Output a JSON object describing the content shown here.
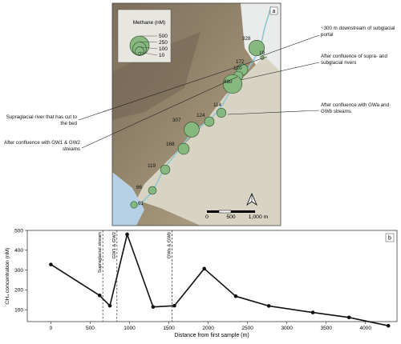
{
  "map_panel": {
    "panel_label": "a",
    "legend": {
      "title": "Methane (nM)",
      "levels": [
        "500",
        "250",
        "100",
        "10"
      ]
    },
    "points": [
      {
        "label": "328",
        "value": 328
      },
      {
        "label": "19",
        "value": 19
      },
      {
        "label": "172",
        "value": 172
      },
      {
        "label": "120",
        "value": 120
      },
      {
        "label": "480",
        "value": 480
      },
      {
        "label": "114",
        "value": 114
      },
      {
        "label": "124",
        "value": 124
      },
      {
        "label": "307",
        "value": 307
      },
      {
        "label": "168",
        "value": 168
      },
      {
        "label": "119",
        "value": 119
      },
      {
        "label": "86",
        "value": 86
      },
      {
        "label": "61",
        "value": 61
      }
    ],
    "annotations": {
      "downstream": "~300 m downstream of subglacial portal",
      "confluence_supra_sub": "After confluence of supra- and subglacial rivers",
      "gwa_gwb": "After confluence with GWa and GWb streams",
      "supraglacial_river": "Supraglacial river that has cut to the bed",
      "gw1_gw2": "After confluence with GW1 & GW2 streams"
    },
    "scale_bar": {
      "ticks": [
        "0",
        "500",
        "1,000 m"
      ]
    },
    "north_arrow": "north-arrow"
  },
  "chart_data": {
    "type": "line",
    "panel_label": "b",
    "xlabel": "Distance from first sample (m)",
    "ylabel": "CH₄ concentration (nM)",
    "xlim": [
      -300,
      4400
    ],
    "ylim": [
      40,
      500
    ],
    "x_ticks": [
      0,
      500,
      1000,
      1500,
      2000,
      2500,
      3000,
      3500,
      4000
    ],
    "y_ticks": [
      100,
      200,
      300,
      400,
      500
    ],
    "grid": false,
    "x": [
      0,
      620,
      750,
      970,
      1300,
      1570,
      1950,
      2350,
      2770,
      3330,
      3790,
      4290
    ],
    "y": [
      328,
      172,
      120,
      480,
      114,
      120,
      307,
      168,
      119,
      86,
      61,
      19
    ],
    "vlines": [
      {
        "x": 660,
        "label": "Supraglacial stream"
      },
      {
        "x": 840,
        "label": "GW1 & GW2"
      },
      {
        "x": 1540,
        "label": "GWa & GWb"
      }
    ],
    "colors": {
      "line": "#111111",
      "marker": "#111111"
    }
  }
}
